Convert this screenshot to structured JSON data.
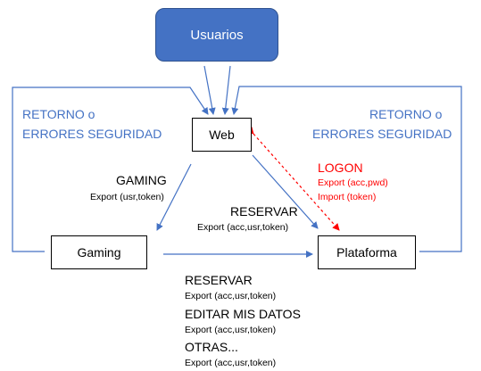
{
  "nodes": {
    "usuarios": "Usuarios",
    "web": "Web",
    "gaming": "Gaming",
    "plataforma": "Plataforma"
  },
  "labels": {
    "retorno_left": {
      "line1": "RETORNO o",
      "line2": "ERRORES SEGURIDAD"
    },
    "retorno_right": {
      "line1": "RETORNO o",
      "line2": "ERRORES SEGURIDAD"
    },
    "gaming_flow": {
      "title": "GAMING",
      "sub": "Export (usr,token)"
    },
    "reservar_flow": {
      "title": "RESERVAR",
      "sub": "Export (acc,usr,token)"
    },
    "logon_flow": {
      "title": "LOGON",
      "sub1": "Export (acc,pwd)",
      "sub2": "Import (token)"
    },
    "bottom_list": [
      {
        "title": "RESERVAR",
        "sub": "Export (acc,usr,token)"
      },
      {
        "title": "EDITAR MIS DATOS",
        "sub": "Export (acc,usr,token)"
      },
      {
        "title": "OTRAS...",
        "sub": "Export (acc,usr,token)"
      }
    ]
  },
  "colors": {
    "arrow_blue": "#4472c4",
    "logon_red": "#ff0000",
    "users_fill": "#4472c4"
  }
}
